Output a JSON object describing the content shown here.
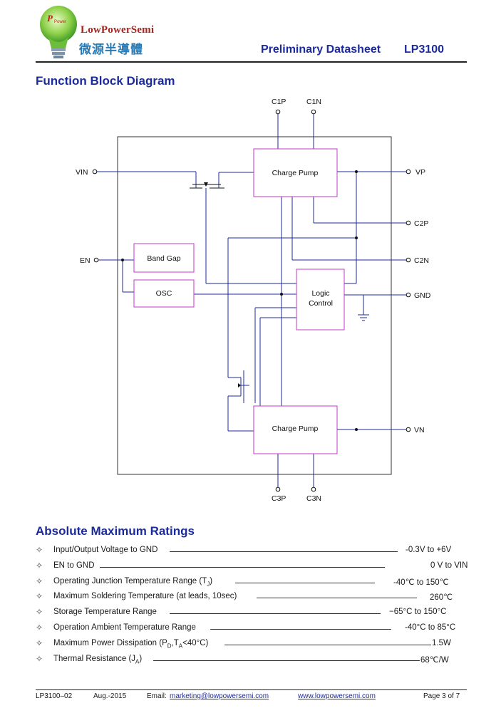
{
  "header": {
    "brand_en": "LowPowerSemi",
    "brand_cn": "微源半導體",
    "logo_text": "Power",
    "doc_type": "Preliminary Datasheet",
    "part_number": "LP3100"
  },
  "function_block_diagram": {
    "title": "Function Block Diagram",
    "pins": {
      "c1p": "C1P",
      "c1n": "C1N",
      "vin": "VIN",
      "vp": "VP",
      "c2p": "C2P",
      "en": "EN",
      "c2n": "C2N",
      "gnd": "GND",
      "vn": "VN",
      "c3p": "C3P",
      "c3n": "C3N"
    },
    "blocks": {
      "charge_pump_top": "Charge Pump",
      "band_gap": "Band Gap",
      "osc": "OSC",
      "logic_line1": "Logic",
      "logic_line2": "Control",
      "charge_pump_bottom": "Charge Pump"
    }
  },
  "absolute_maximum_ratings": {
    "title": "Absolute Maximum Ratings",
    "items": [
      {
        "parameter": "Input/Output Voltage to GND",
        "value": "-0.3V to +6V"
      },
      {
        "parameter": "EN to GND",
        "value": "0 V to VIN"
      },
      {
        "parameter": "Operating Junction Temperature Range (T",
        "sub": "J",
        "suffix": ")",
        "value": "-40℃ to 150℃"
      },
      {
        "parameter": "Maximum Soldering Temperature (at leads, 10sec)",
        "value": "260℃"
      },
      {
        "parameter": "Storage Temperature Range",
        "value": "−65°C to 150°C"
      },
      {
        "parameter": "Operation Ambient Temperature Range",
        "value": "-40°C to 85°C"
      },
      {
        "parameter": "Maximum Power Dissipation (P",
        "sub": "D",
        "mid": ",T",
        "sub2": "A",
        "suffix": "<40°C)",
        "value": "1.5W"
      },
      {
        "parameter": "Thermal Resistance (J",
        "sub": "A",
        "suffix": ")",
        "value": "68℃/W"
      }
    ]
  },
  "footer": {
    "doc_id": "LP3100–02",
    "date": "Aug.-2015",
    "email_label": "Email:",
    "email": "marketing@lowpowersemi.com",
    "website": "www.lowpowersemi.com",
    "page": "Page 3 of 7"
  }
}
